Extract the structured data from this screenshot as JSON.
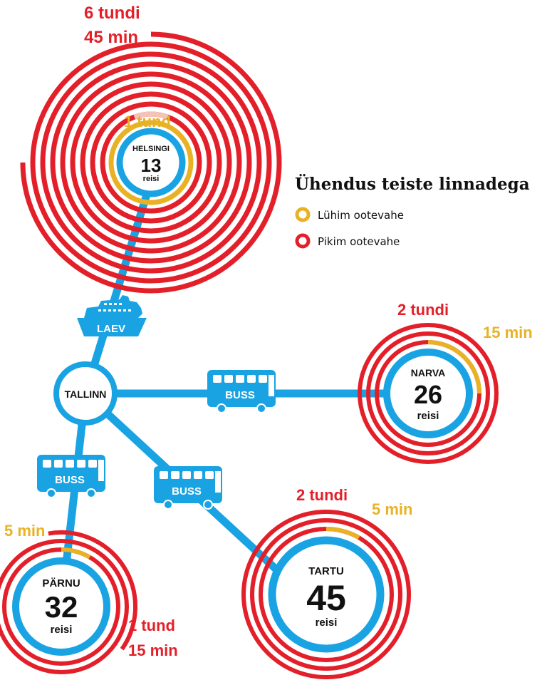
{
  "colors": {
    "blue": "#1aa3e3",
    "red": "#e3202a",
    "gold": "#e8b224",
    "text": "#111111"
  },
  "legend": {
    "title": "Ühendus teiste linnadega",
    "items": [
      {
        "label": "Lühim ootevahe",
        "color": "#e8b224"
      },
      {
        "label": "Pikim ootevahe",
        "color": "#e3202a"
      }
    ]
  },
  "hub": {
    "name": "TALLINN"
  },
  "transport": {
    "ship_label": "LAEV",
    "bus_label": "BUSS"
  },
  "cities": [
    {
      "id": "helsingi",
      "name": "HELSINGI",
      "trips": "13",
      "trips_unit": "reisi",
      "longest_wait": [
        "6 tundi",
        "45 min"
      ],
      "shortest_wait": [
        "1 tund"
      ]
    },
    {
      "id": "narva",
      "name": "NARVA",
      "trips": "26",
      "trips_unit": "reisi",
      "longest_wait": [
        "2 tundi"
      ],
      "shortest_wait": [
        "15 min"
      ]
    },
    {
      "id": "tartu",
      "name": "TARTU",
      "trips": "45",
      "trips_unit": "reisi",
      "longest_wait": [
        "2 tundi"
      ],
      "shortest_wait": [
        "5 min"
      ]
    },
    {
      "id": "parnu",
      "name": "PÄRNU",
      "trips": "32",
      "trips_unit": "reisi",
      "longest_wait": [
        "1 tund",
        "15 min"
      ],
      "shortest_wait": [
        "5 min"
      ]
    }
  ]
}
